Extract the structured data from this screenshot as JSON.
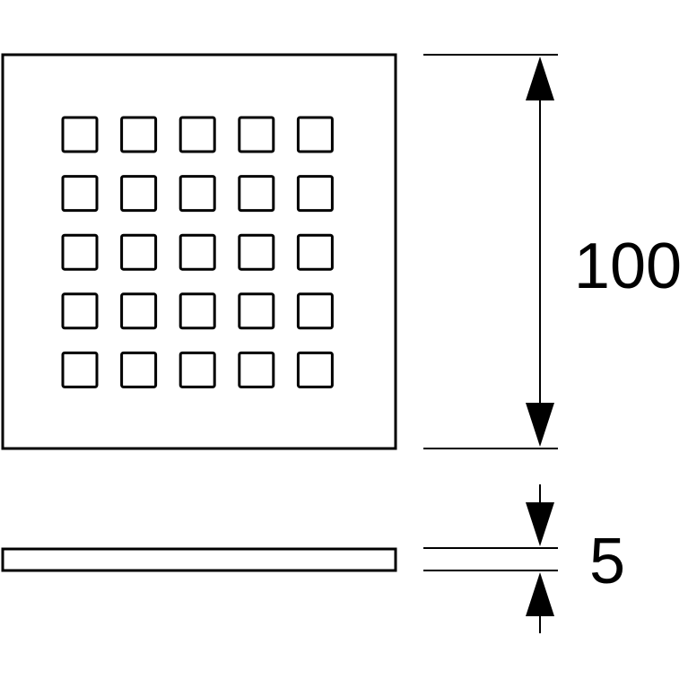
{
  "drawing": {
    "stroke_color": "#000000",
    "background": "#ffffff",
    "grate": {
      "slot_rows": 5,
      "slot_cols": 5
    },
    "dimensions": {
      "height_label": "100",
      "thickness_label": "5"
    }
  }
}
